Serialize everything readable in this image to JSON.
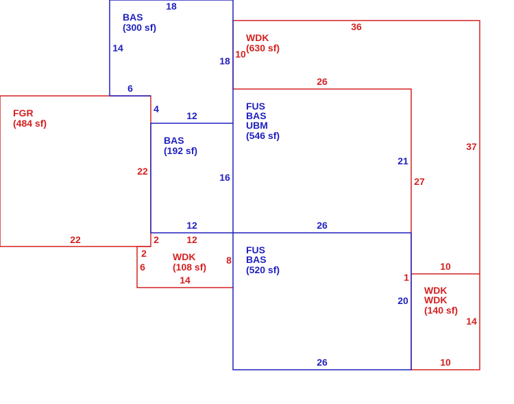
{
  "colors": {
    "living": "#1f1fbf",
    "exterior": "#d42020",
    "background": "#ffffff"
  },
  "areas": {
    "bas_top": {
      "codes": [
        "BAS"
      ],
      "area": "(300 sf)"
    },
    "wdk_top": {
      "codes": [
        "WDK"
      ],
      "area": "(630 sf)"
    },
    "fgr": {
      "codes": [
        "FGR"
      ],
      "area": "(484 sf)"
    },
    "bas_mid": {
      "codes": [
        "BAS"
      ],
      "area": "(192 sf)"
    },
    "fus_upper": {
      "codes": [
        "FUS",
        "BAS",
        "UBM"
      ],
      "area": "(546 sf)"
    },
    "wdk_small": {
      "codes": [
        "WDK"
      ],
      "area": "(108 sf)"
    },
    "fus_lower": {
      "codes": [
        "FUS",
        "BAS"
      ],
      "area": "(520 sf)"
    },
    "wdk_right": {
      "codes": [
        "WDK",
        "WDK"
      ],
      "area": "(140 sf)"
    }
  },
  "dimensions": {
    "bas_top_top": "18",
    "bas_top_left": "14",
    "bas_top_right": "18",
    "bas_top_bottom": "6",
    "wdk_top_top": "36",
    "wdk_top_left": "10",
    "wdk_top_bottom": "26",
    "wdk_top_right": "37",
    "step_4": "4",
    "bas_mid_top": "12",
    "fgr_right": "22",
    "fgr_bottom": "22",
    "bas_mid_right": "16",
    "fus_upper_right": "21",
    "fus_upper_right_red": "27",
    "bas_mid_bottom": "12",
    "fus_upper_bottom": "26",
    "wdk_small_top": "12",
    "wdk_small_step": "2",
    "wdk_small_step2": "2",
    "wdk_small_left": "6",
    "wdk_small_right": "8",
    "wdk_small_bottom": "14",
    "wdk_right_top": "10",
    "wdk_right_step": "1",
    "fus_lower_right": "20",
    "wdk_right_right": "14",
    "fus_lower_bottom": "26",
    "wdk_right_bottom": "10"
  }
}
